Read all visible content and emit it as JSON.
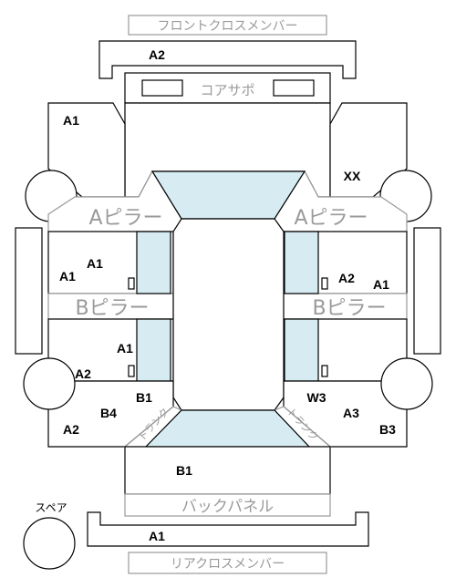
{
  "labels": {
    "front_cross_member": "フロントクロスメンバー",
    "core_support": "コアサポ",
    "a_pillar_left": "Aピラー",
    "a_pillar_right": "Aピラー",
    "b_pillar_left": "Bピラー",
    "b_pillar_right": "Bピラー",
    "back_panel": "バックパネル",
    "rear_cross_member": "リアクロスメンバー",
    "spare": "スペア",
    "trunk_left": "トランク",
    "trunk_right": "トランク"
  },
  "codes": {
    "front_member": "A2",
    "front_left_fender": "A1",
    "front_right_fender": "XX",
    "left_front_door_a": "A1",
    "left_front_door_b": "A1",
    "left_rear_door": "A1",
    "left_rear_wheel": "A2",
    "left_quarter_b1": "B1",
    "left_quarter_b4": "B4",
    "left_quarter_a2": "A2",
    "right_front_door_a2": "A2",
    "right_front_door_a1": "A1",
    "right_quarter_w3": "W3",
    "right_quarter_a3": "A3",
    "right_quarter_b3": "B3",
    "trunk": "B1",
    "rear_member": "A1"
  },
  "colors": {
    "glass": "#d6ecf2",
    "line": "#000000",
    "label_gray": "#9a9a9a"
  }
}
